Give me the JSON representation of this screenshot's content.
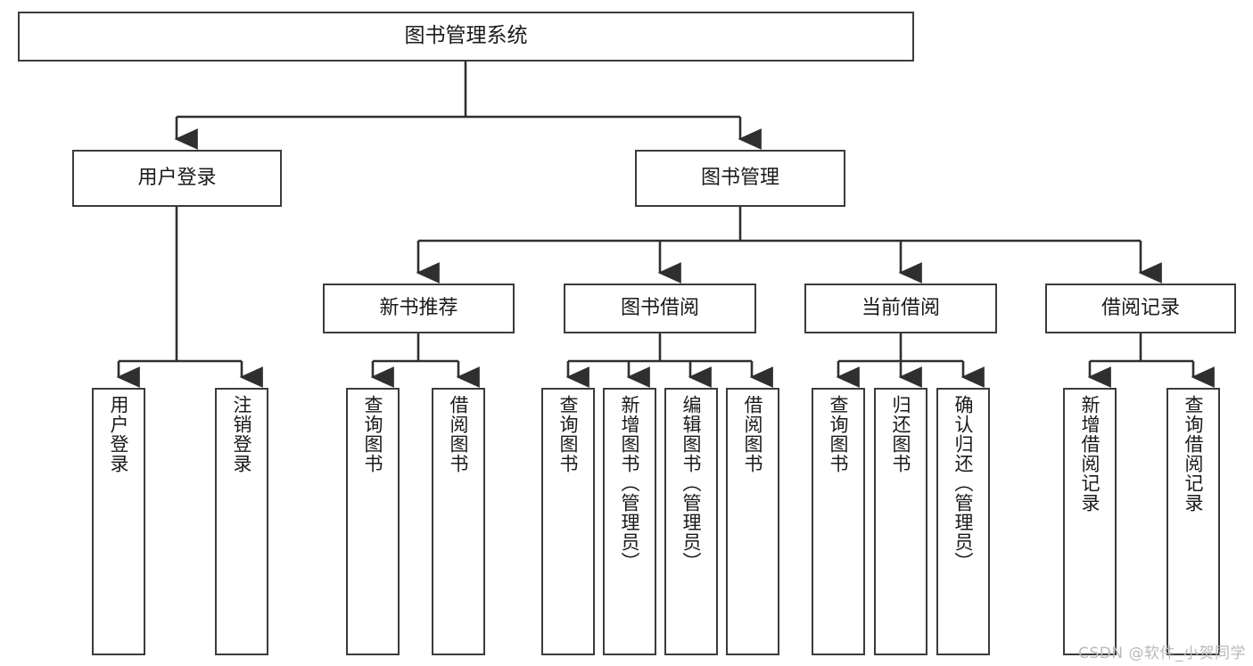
{
  "diagram": {
    "title": "图书管理系统",
    "type": "tree-hierarchy",
    "watermark": "CSDN @软件_小贺同学",
    "colors": {
      "background": "#ffffff",
      "box_border": "#3b3b3b",
      "box_fill": "#ffffff",
      "connector": "#2f2f2f",
      "text": "#1a1a1a",
      "watermark": "#b9b9b9"
    }
  },
  "nodes": {
    "root": {
      "label": "图书管理系统"
    },
    "level2": [
      {
        "label": "用户登录"
      },
      {
        "label": "图书管理"
      }
    ],
    "level3": [
      {
        "label": "新书推荐"
      },
      {
        "label": "图书借阅"
      },
      {
        "label": "当前借阅"
      },
      {
        "label": "借阅记录"
      }
    ],
    "leaves": {
      "user_login": [
        {
          "label": "用户登录"
        },
        {
          "label": "注销登录"
        }
      ],
      "new_book_recommend": [
        {
          "label": "查询图书"
        },
        {
          "label": "借阅图书"
        }
      ],
      "book_borrow": [
        {
          "label": "查询图书"
        },
        {
          "label": "新增图书（管理员）"
        },
        {
          "label": "编辑图书（管理员）"
        },
        {
          "label": "借阅图书"
        }
      ],
      "current_borrow": [
        {
          "label": "查询图书"
        },
        {
          "label": "归还图书"
        },
        {
          "label": "确认归还（管理员）"
        }
      ],
      "borrow_record": [
        {
          "label": "新增借阅记录"
        },
        {
          "label": "查询借阅记录"
        }
      ]
    }
  }
}
